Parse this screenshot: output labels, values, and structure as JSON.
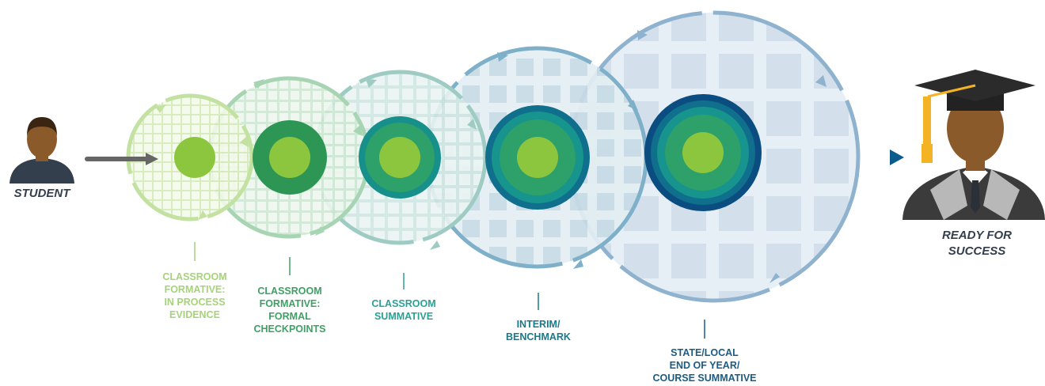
{
  "student": {
    "label": "STUDENT",
    "skin_color": "#8b5a2b",
    "shirt_color": "#333f4c"
  },
  "graduate": {
    "label_line1": "READY FOR",
    "label_line2": "SUCCESS",
    "cap_color": "#2b2b2b",
    "tassel_color": "#f4b324",
    "gown_color": "#3b3b3b",
    "stole_color": "#b8b8b8"
  },
  "stages": [
    {
      "id": "classroom-formative-in-process",
      "color": "#a6d37a",
      "lines": [
        "CLASSROOM",
        "FORMATIVE:",
        "IN PROCESS",
        "EVIDENCE"
      ]
    },
    {
      "id": "classroom-formative-formal",
      "color": "#3fa066",
      "lines": [
        "CLASSROOM",
        "FORMATIVE:",
        "FORMAL",
        "CHECKPOINTS"
      ]
    },
    {
      "id": "classroom-summative",
      "color": "#2aa195",
      "lines": [
        "CLASSROOM",
        "SUMMATIVE"
      ]
    },
    {
      "id": "interim-benchmark",
      "color": "#157b8c",
      "lines": [
        "INTERIM/",
        "BENCHMARK"
      ]
    },
    {
      "id": "state-local-summative",
      "color": "#1c5b84",
      "lines": [
        "STATE/LOCAL",
        "END OF YEAR/",
        "COURSE SUMMATIVE"
      ]
    }
  ],
  "colors": {
    "input_arrow": "#666666",
    "flow_line_start": "#8cc63f",
    "flow_line_end": "#0b5b8c",
    "core_green": "#8cc63f"
  }
}
